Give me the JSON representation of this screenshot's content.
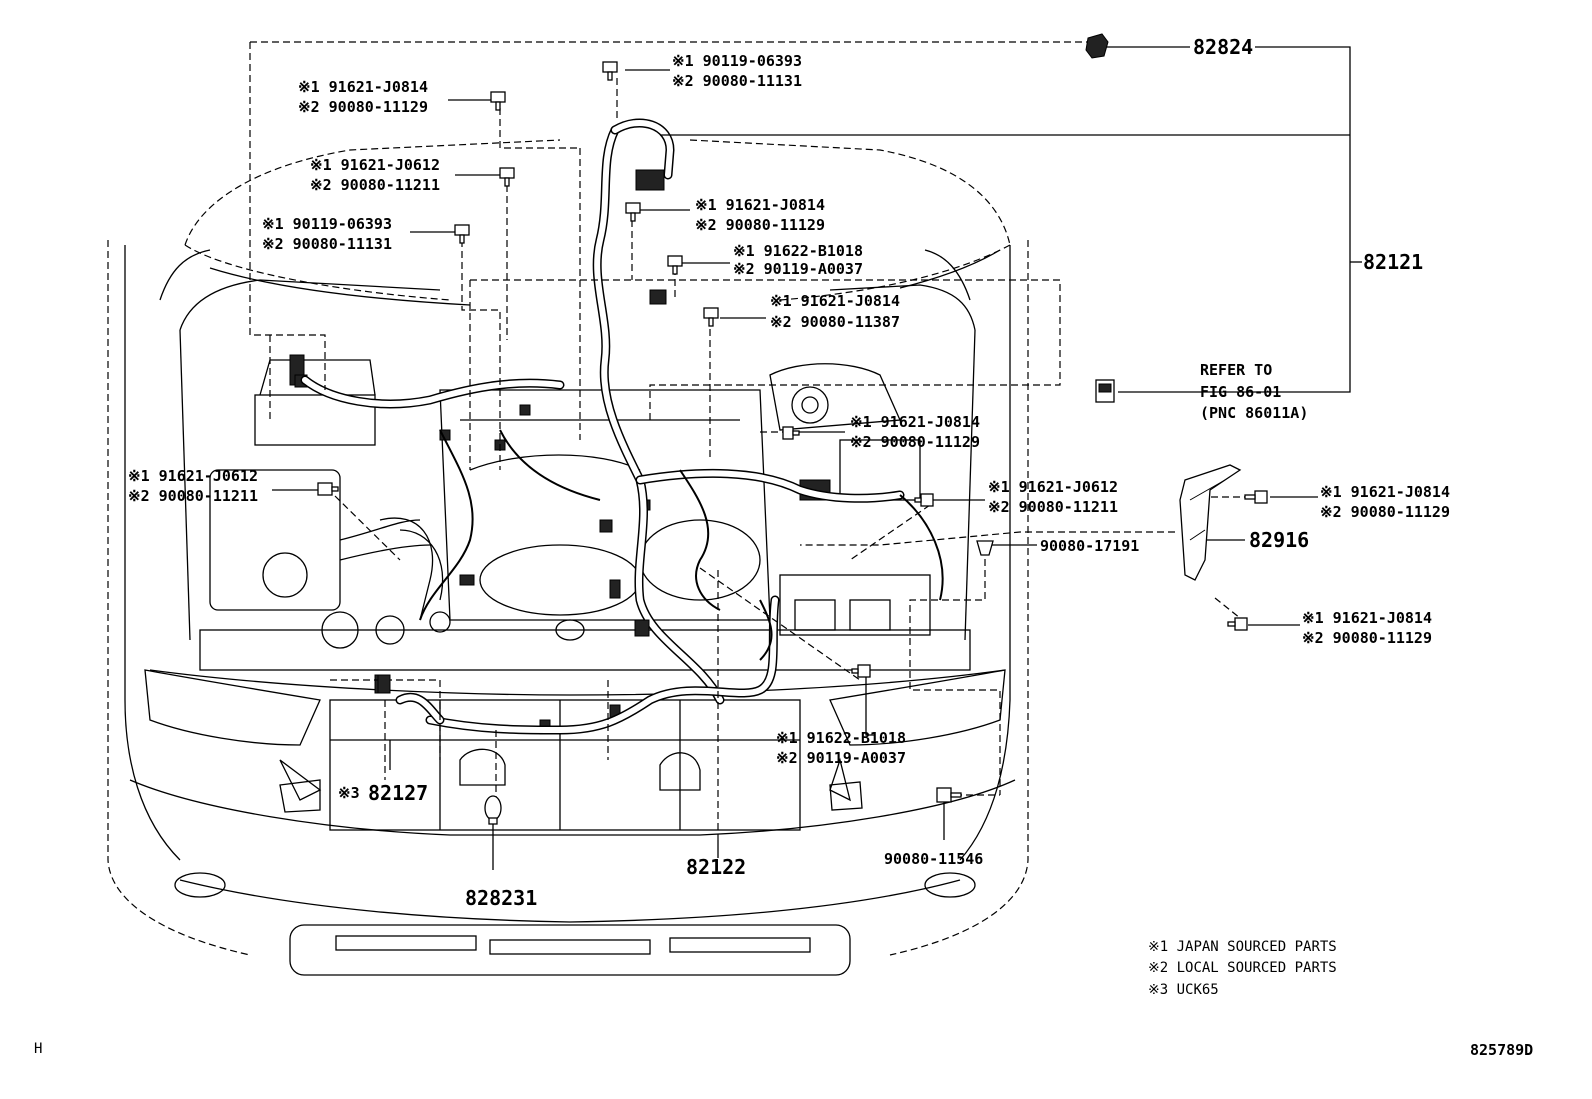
{
  "labels": {
    "p82824": "82824",
    "p82121": "82121",
    "p82916": "82916",
    "p82122": "82122",
    "p82823": "828231",
    "p82127": "82127",
    "p82127_prefix": "※3",
    "p90080_17191": "90080-17191",
    "p90080_11546": "90080-11546",
    "refer": [
      "REFER TO",
      "FIG 86-01",
      "(PNC 86011A)"
    ],
    "b1": [
      "※1 90119-06393",
      "※2 90080-11131"
    ],
    "b2": [
      "※1 91621-J0814",
      "※2 90080-11129"
    ],
    "b3": [
      "※1 91621-J0612",
      "※2 90080-11211"
    ],
    "b4": [
      "※1 90119-06393",
      "※2 90080-11131"
    ],
    "b5": [
      "※1 91621-J0814",
      "※2 90080-11129"
    ],
    "b6": [
      "※1 91622-B1018",
      "※2 90119-A0037"
    ],
    "b7": [
      "※1 91621-J0814",
      "※2 90080-11387"
    ],
    "b8": [
      "※1 91621-J0814",
      "※2 90080-11129"
    ],
    "b9": [
      "※1 91621-J0612",
      "※2 90080-11211"
    ],
    "b10": [
      "※1 91621-J0612",
      "※2 90080-11211"
    ],
    "b11": [
      "※1 91621-J0814",
      "※2 90080-11129"
    ],
    "b12": [
      "※1 91621-J0814",
      "※2 90080-11129"
    ],
    "b13": [
      "※1 91622-B1018",
      "※2 90119-A0037"
    ],
    "notes": [
      "※1 JAPAN SOURCED PARTS",
      "※2 LOCAL SOURCED PARTS",
      "※3 UCK65"
    ],
    "corner_left": "H",
    "corner_right": "825789D"
  }
}
